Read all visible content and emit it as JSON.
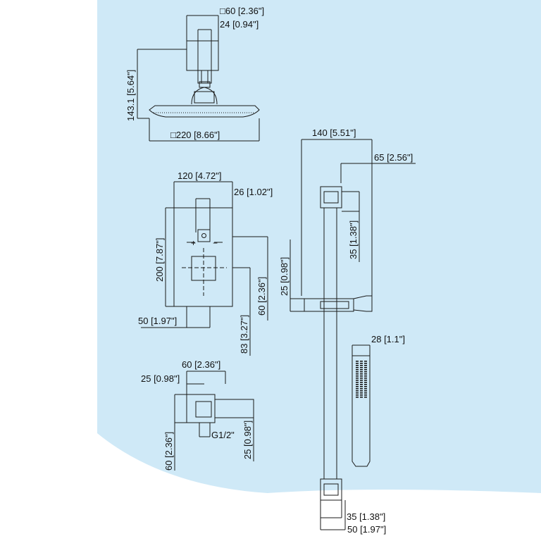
{
  "colors": {
    "background_panel": "#cfe9f7",
    "line": "#1a1a1a",
    "page": "#ffffff"
  },
  "shower_head": {
    "arm_square": "□60 [2.36\"]",
    "arm_width": "24 [0.94\"]",
    "height": "143.1 [5.64\"]",
    "head_square": "□220 [8.66\"]"
  },
  "valve_plate": {
    "width": "120 [4.72\"]",
    "knob_offset": "26 [1.02\"]",
    "height": "200 [7.87\"]",
    "lower_offset": "60 [2.36\"]",
    "depth": "83 [3.27\"]",
    "bottom_width": "50 [1.97\"]",
    "plus": "+",
    "minus": "−"
  },
  "outlet": {
    "width": "60 [2.36\"]",
    "offset": "25 [0.98\"]",
    "thread": "G1/2\"",
    "height": "60 [2.36\"]",
    "depth": "25 [0.98\"]"
  },
  "slide_bar": {
    "width": "140 [5.51\"]",
    "offset": "65 [2.56\"]",
    "bracket_height": "35 [1.38\"]",
    "holder_height": "25 [0.98\"]",
    "handset_width": "28 [1.1\"]",
    "bottom_bracket": "35 [1.38\"]",
    "bottom_width": "50 [1.97\"]"
  }
}
